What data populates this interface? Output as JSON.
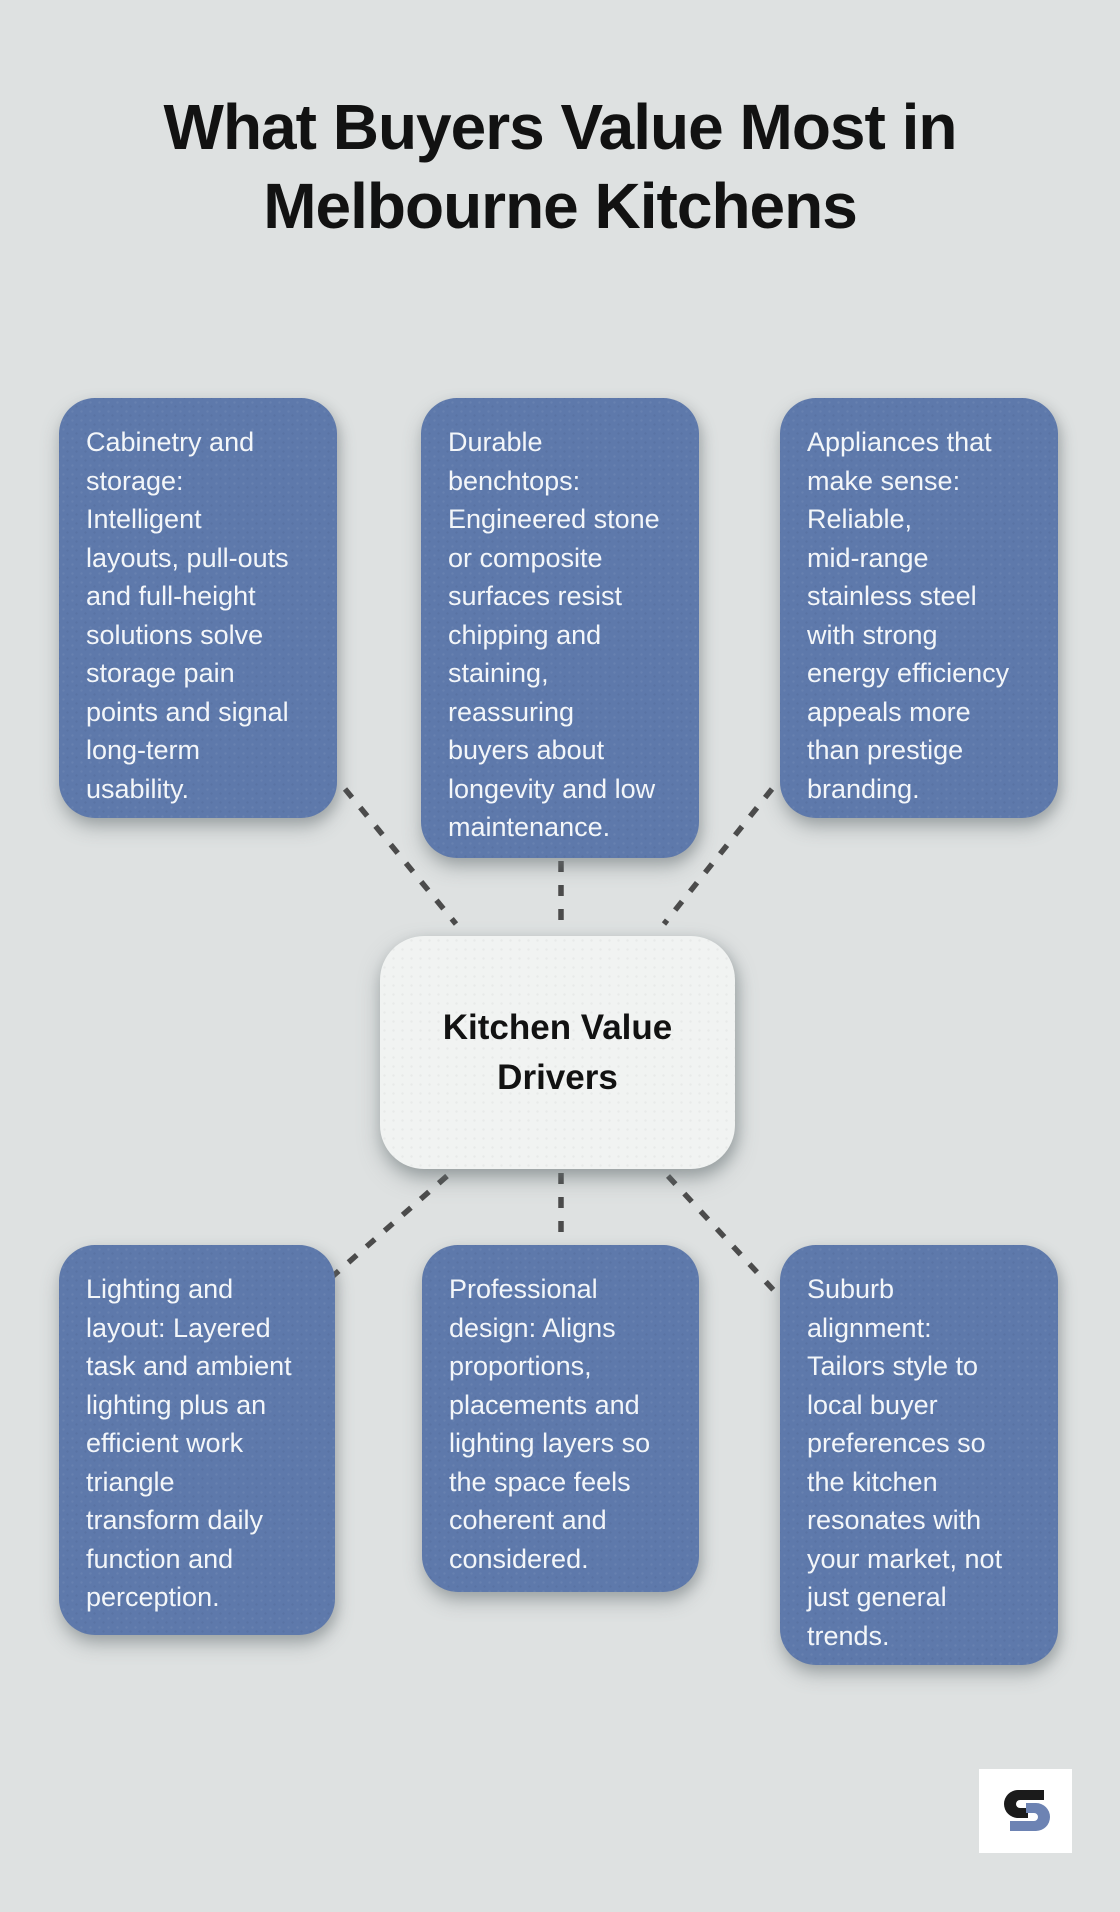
{
  "colors": {
    "background": "#dee1e1",
    "card-blue": "#5e79ab",
    "card-text": "#f3f6f9",
    "node-fill": "#f1f3f2",
    "title-color": "#121212",
    "dash-color": "#4b4b4b",
    "logo-black": "#1b1b1b",
    "logo-blue": "#6d83b3"
  },
  "header": {
    "title": "What Buyers Value Most in\nMelbourne Kitchens"
  },
  "center": {
    "label": "Kitchen Value\nDrivers"
  },
  "cards": [
    {
      "id": "cabinetry-storage",
      "text": "Cabinetry and\nstorage:\nIntelligent\nlayouts, pull-outs\nand full-height\nsolutions solve\nstorage pain\npoints and signal\nlong-term\nusability."
    },
    {
      "id": "durable-benchtops",
      "text": "Durable\nbenchtops:\nEngineered stone\nor composite\nsurfaces resist\nchipping and\nstaining,\nreassuring\nbuyers about\nlongevity and low\nmaintenance."
    },
    {
      "id": "appliances",
      "text": "Appliances that\nmake sense:\nReliable,\nmid-range\nstainless steel\nwith strong\nenergy efficiency\nappeals more\nthan prestige\nbranding."
    },
    {
      "id": "lighting-layout",
      "text": "Lighting and\nlayout: Layered\ntask and ambient\nlighting plus an\nefficient work\ntriangle\ntransform daily\nfunction and\nperception."
    },
    {
      "id": "professional-design",
      "text": "Professional\ndesign: Aligns\nproportions,\nplacements and\nlighting layers so\nthe space feels\ncoherent and\nconsidered."
    },
    {
      "id": "suburb-alignment",
      "text": "Suburb\nalignment:\nTailors style to\nlocal buyer\npreferences so\nthe kitchen\nresonates with\nyour market, not\njust general\ntrends."
    }
  ],
  "footer": {
    "logo_icon": "s-monogram-logo"
  }
}
